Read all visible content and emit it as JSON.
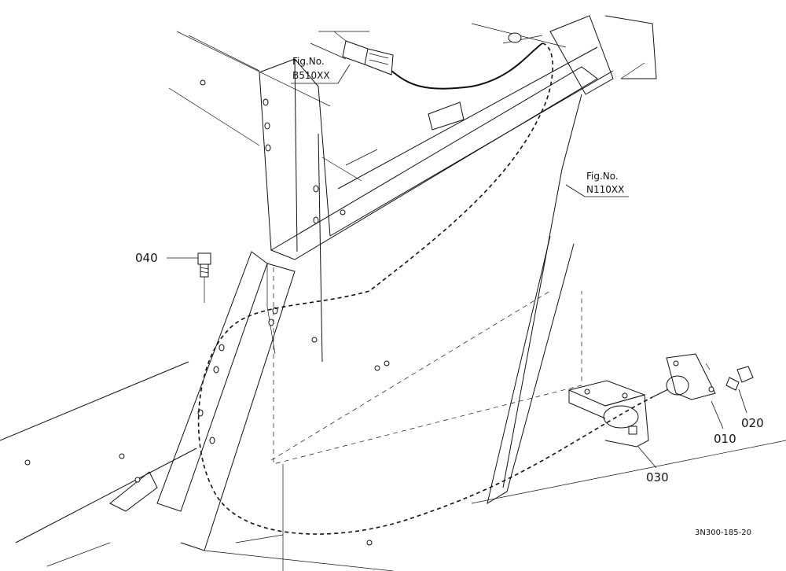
{
  "parts": [
    {
      "callout": "010"
    },
    {
      "callout": "020"
    },
    {
      "callout": "030"
    },
    {
      "callout": "040"
    }
  ],
  "figure_refs": [
    {
      "prefix": "Fig.No.",
      "number": "B510XX"
    },
    {
      "prefix": "Fig.No.",
      "number": "N110XX"
    }
  ],
  "drawing_code": "3N300-185-20"
}
